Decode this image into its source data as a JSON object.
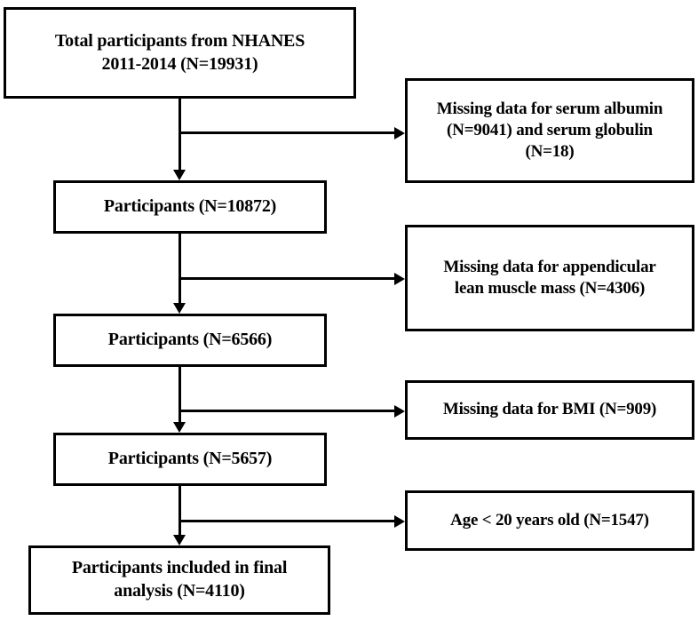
{
  "diagram": {
    "type": "flowchart",
    "title": "Participant selection flow diagram",
    "orientation": "top-to-bottom with right-side exclusion branches",
    "colors": {
      "border": "#000000",
      "background": "#ffffff",
      "text": "#000000"
    }
  },
  "nodes": {
    "start": {
      "label": "Total participants from NHANES\n2011-2014 (N=19931)",
      "count": 19931
    },
    "cohort2": {
      "label": "Participants (N=10872)",
      "count": 10872
    },
    "cohort3": {
      "label": "Participants (N=6566)",
      "count": 6566
    },
    "cohort4": {
      "label": "Participants (N=5657)",
      "count": 5657
    },
    "final": {
      "label": "Participants included in final\nanalysis (N=4110)",
      "count": 4110
    }
  },
  "exclusions": {
    "ex1": {
      "label": "Missing data for serum albumin\n(N=9041) and serum globulin\n(N=18)",
      "counts": [
        9041,
        18
      ]
    },
    "ex2": {
      "label": "Missing data for appendicular\nlean muscle mass (N=4306)",
      "counts": [
        4306
      ]
    },
    "ex3": {
      "label": "Missing data for BMI (N=909)",
      "counts": [
        909
      ]
    },
    "ex4": {
      "label": "Age <  20 years old (N=1547)",
      "counts": [
        1547
      ]
    }
  }
}
